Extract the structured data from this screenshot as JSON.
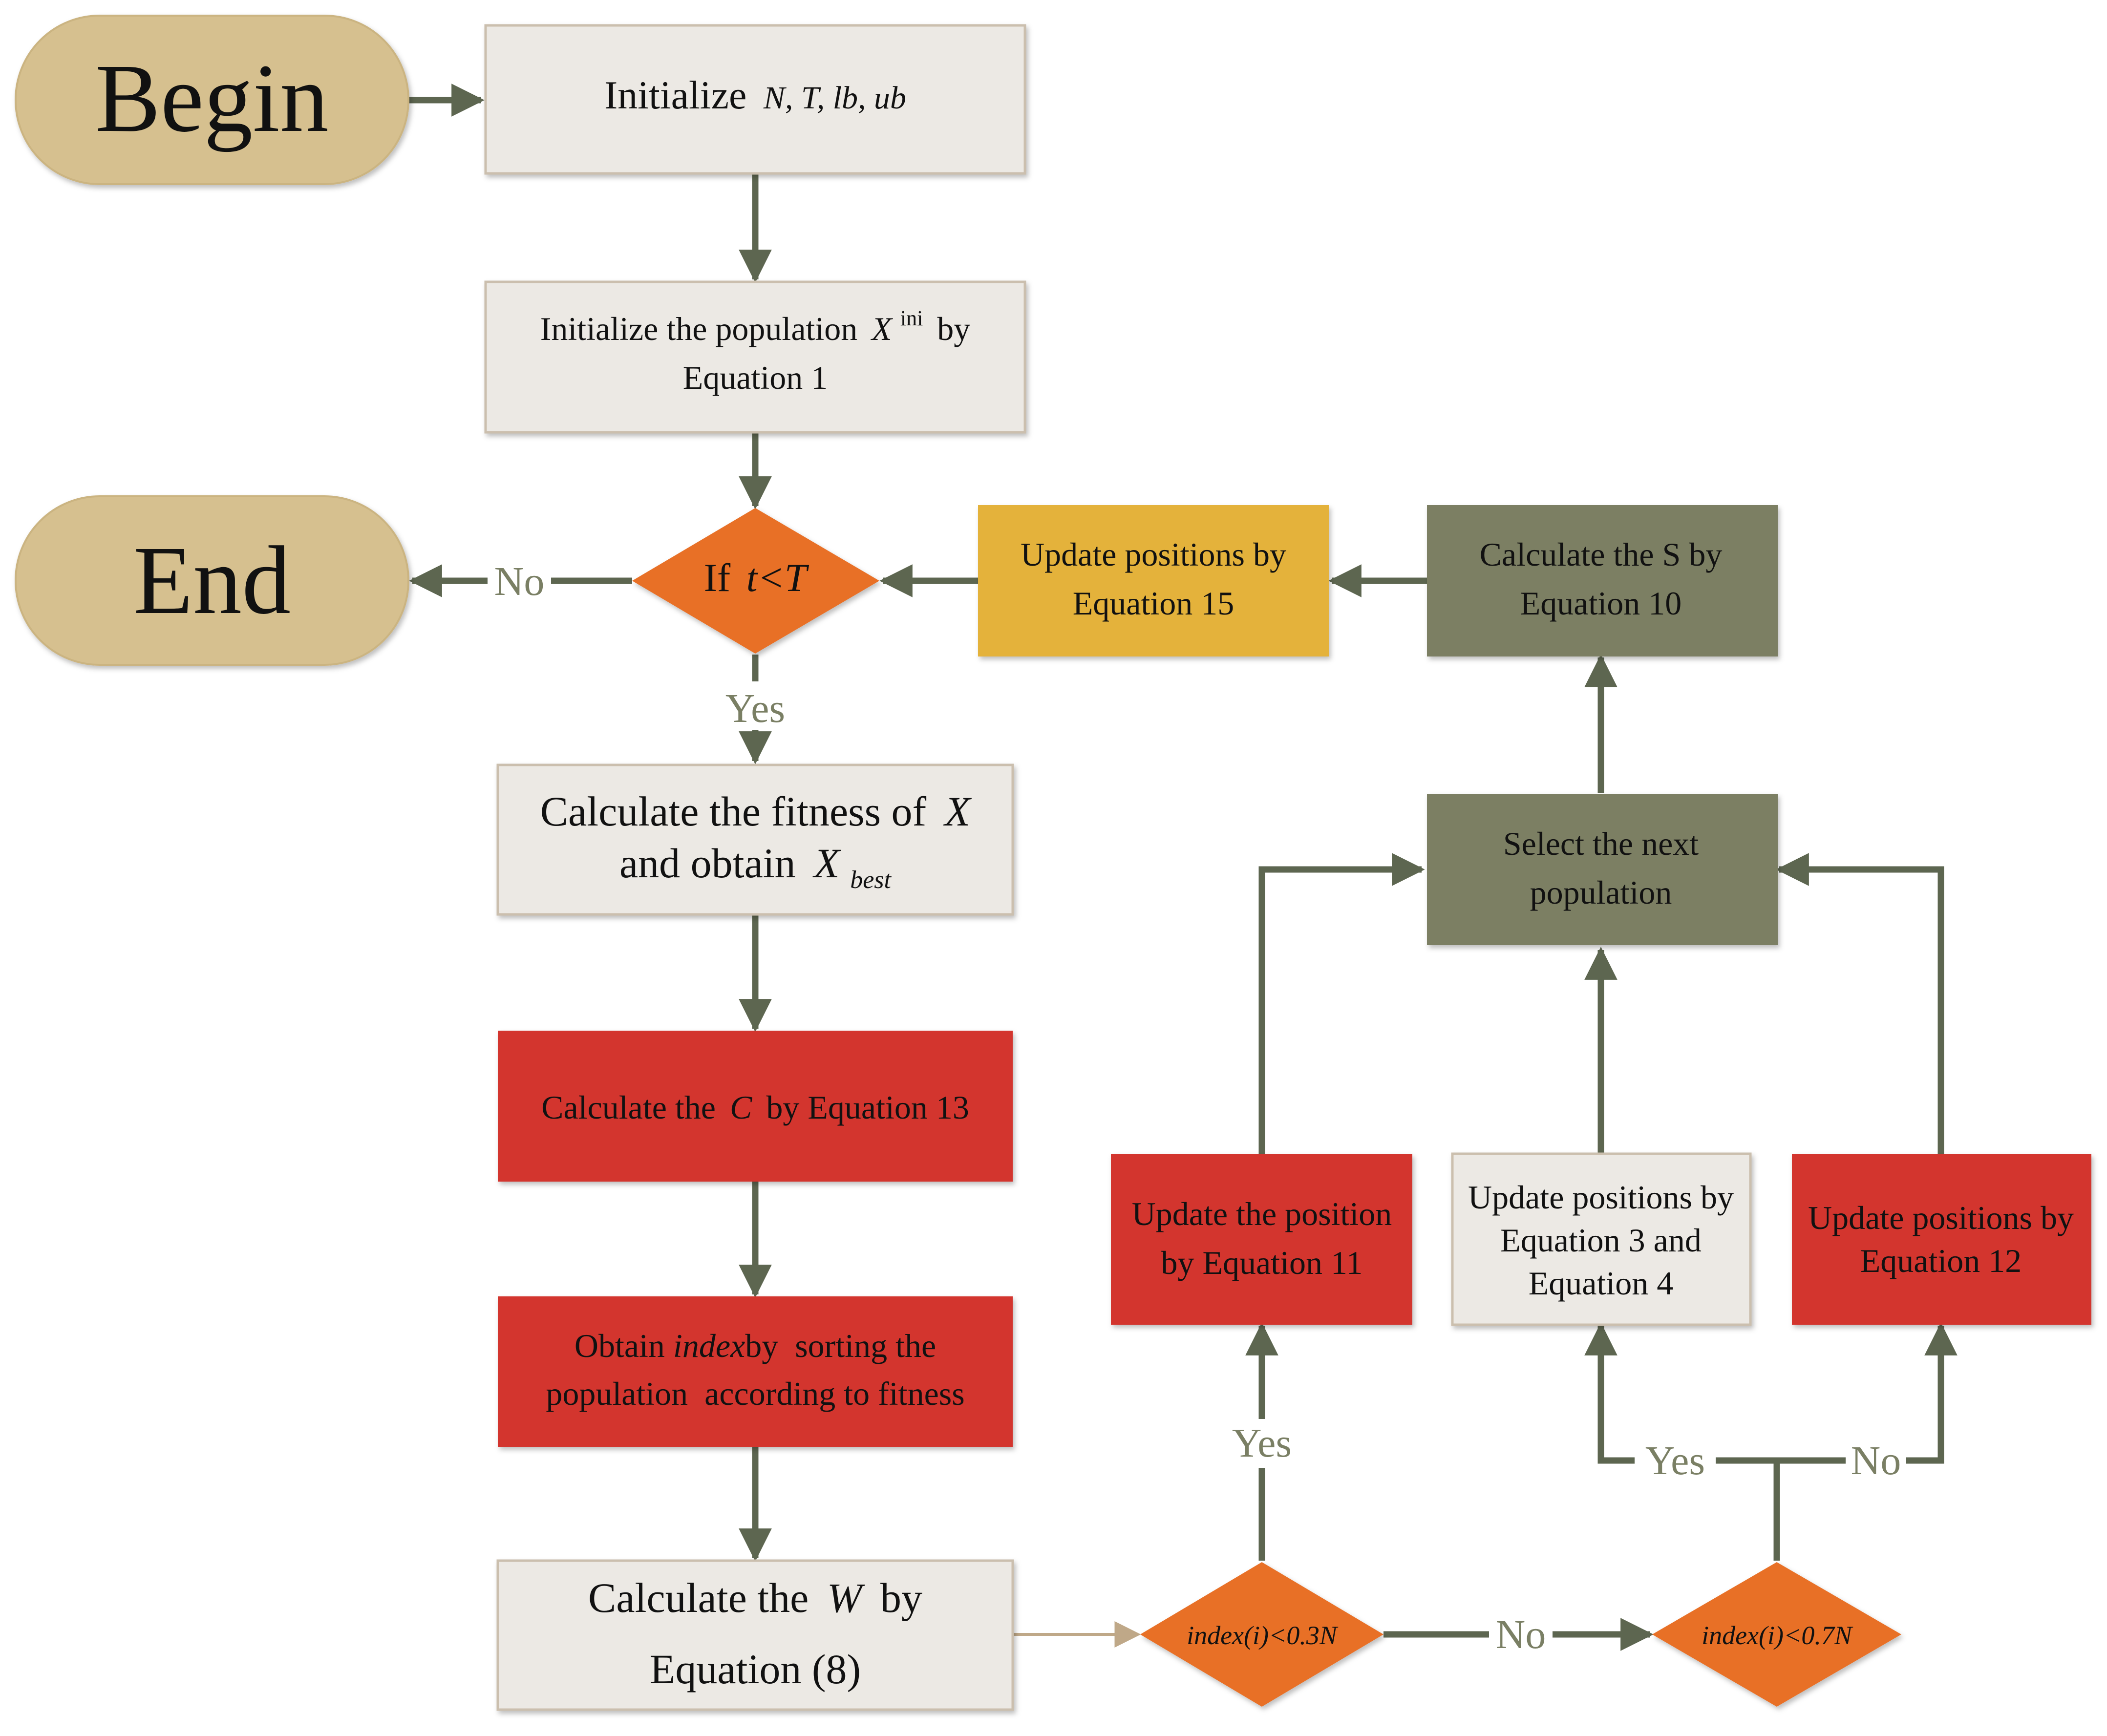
{
  "colors": {
    "terminal": "#d6c08f",
    "neutral": "#ece9e4",
    "decision": "#e87026",
    "red": "#d3352d",
    "amber": "#e4b23a",
    "olive": "#7c7f63",
    "connector": "#5d6650",
    "thin_connector": "#bfa888"
  },
  "nodes": {
    "begin": "Begin",
    "end": "End",
    "init_params": {
      "prefix": "Initialize",
      "vars": "N, T, lb, ub"
    },
    "init_pop": {
      "line1_pre": "Initialize the population",
      "var": "X",
      "sup": "ini",
      "line1_post": "by",
      "line2": "Equation 1"
    },
    "cond_t": {
      "pre": "If",
      "expr": "t<T"
    },
    "fitness": {
      "line1_pre": "Calculate the fitness of",
      "var": "X",
      "line2_pre": "and obtain",
      "var2": "X",
      "sub": "best"
    },
    "calc_c": {
      "pre": "Calculate the",
      "var": "C",
      "post": "by Equation 13"
    },
    "obtain_index": {
      "pre": "Obtain",
      "var": "index",
      "post": "by  sorting the",
      "line2": "population  according to fitness"
    },
    "calc_w": {
      "pre": "Calculate the",
      "var": "W",
      "post": "by",
      "line2": "Equation (8)"
    },
    "cond_03": "index(i)<0.3N",
    "cond_07": "index(i)<0.7N",
    "update_11": {
      "line1": "Update the position",
      "line2": "by Equation 11"
    },
    "update_3_4": {
      "line1": "Update positions by",
      "line2": "Equation 3 and",
      "line3": "Equation 4"
    },
    "update_12": {
      "line1": "Update positions by",
      "line2": "Equation 12"
    },
    "select_next": {
      "line1": "Select the next",
      "line2": "population"
    },
    "calc_s": {
      "line1": "Calculate the S by",
      "line2": "Equation 10"
    },
    "update_15": {
      "line1": "Update positions by",
      "line2": "Equation 15"
    }
  },
  "edge_labels": {
    "no_end": "No",
    "yes_fitness": "Yes",
    "yes_11": "Yes",
    "no_07": "No",
    "yes_3_4": "Yes",
    "no_12": "No"
  }
}
